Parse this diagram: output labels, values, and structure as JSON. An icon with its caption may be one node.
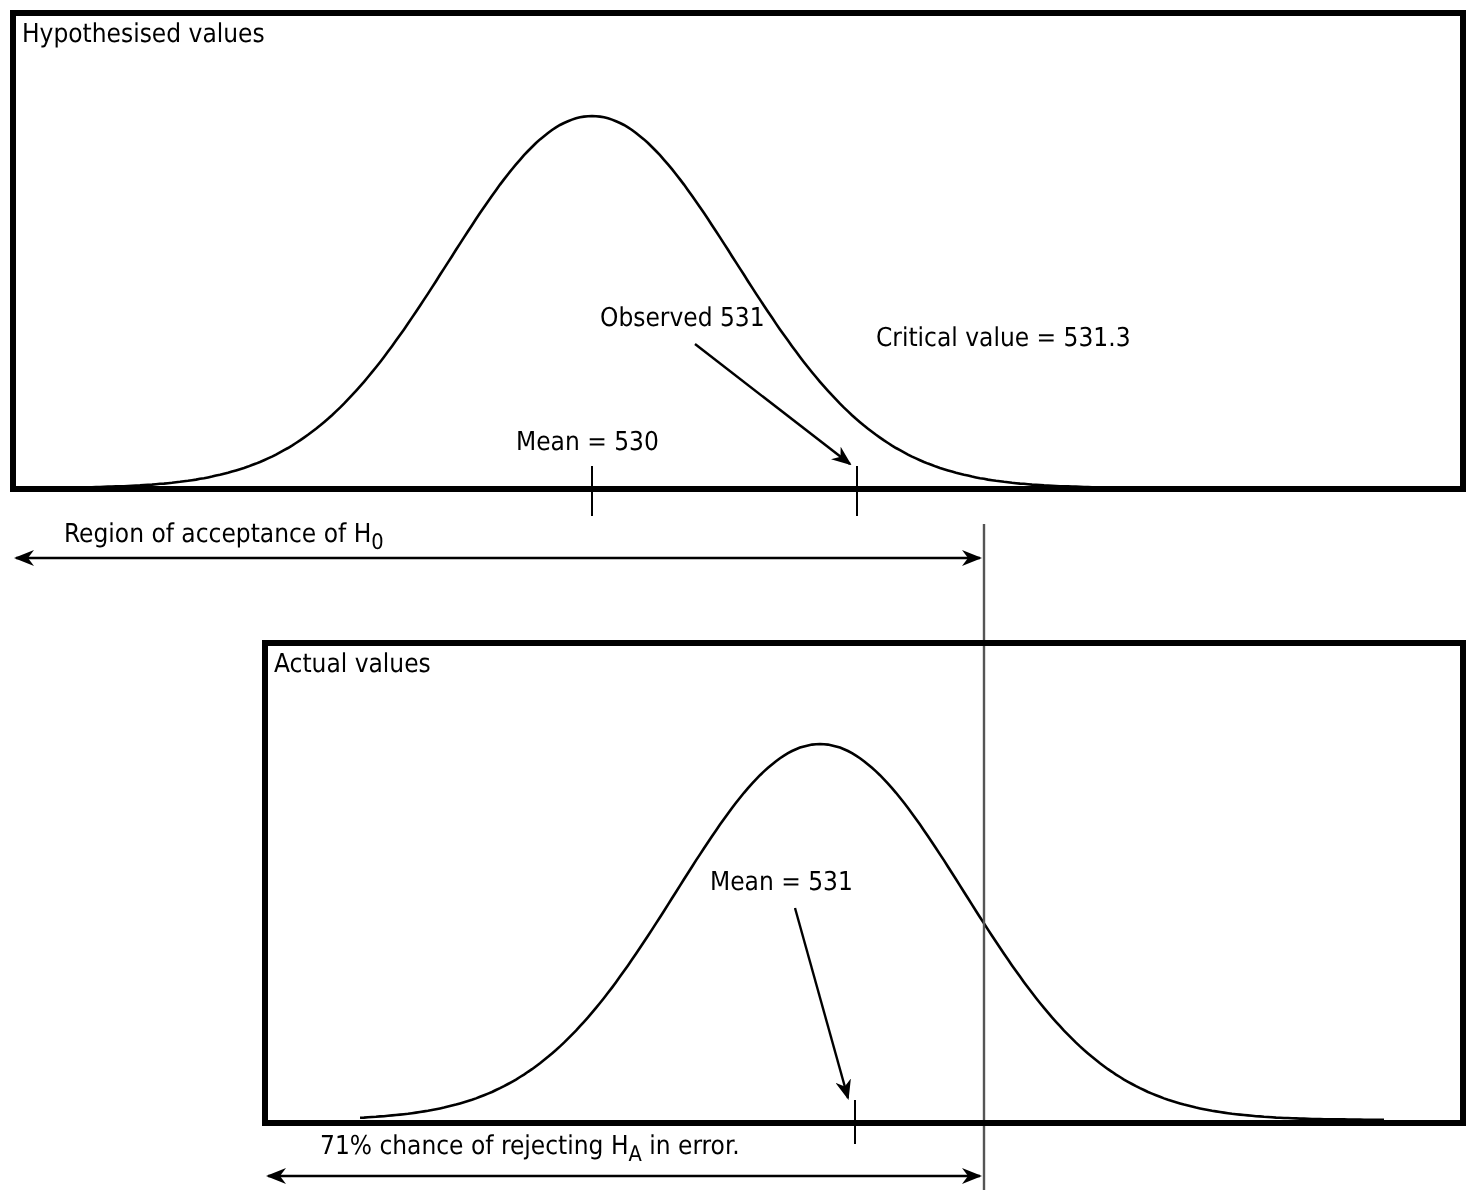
{
  "diagram": {
    "nodes": [
      {
        "text": [
          "Hypothesised values"
        ]
      },
      {
        "text": [
          "Observed 531"
        ],
        "in": 0
      },
      {
        "text": [],
        "shape": "bar",
        "in": 0
      },
      {
        "text": [
          "Actual values"
        ]
      },
      {
        "text": [
          "Mean = 531"
        ],
        "in": 3
      },
      {
        "text": [],
        "shape": "bar",
        "in": 3
      }
    ],
    "edges": [
      {
        "from": 1,
        "to": 2,
        "arrow": "to"
      },
      {
        "from": 4,
        "to": 5,
        "arrow": "to"
      }
    ],
    "labels": [
      "Mean = 530",
      "Critical value = 531.3",
      "Region of acceptance of H$_{0}$",
      "71% chance of rejecting H$_{A}$ in error."
    ]
  }
}
